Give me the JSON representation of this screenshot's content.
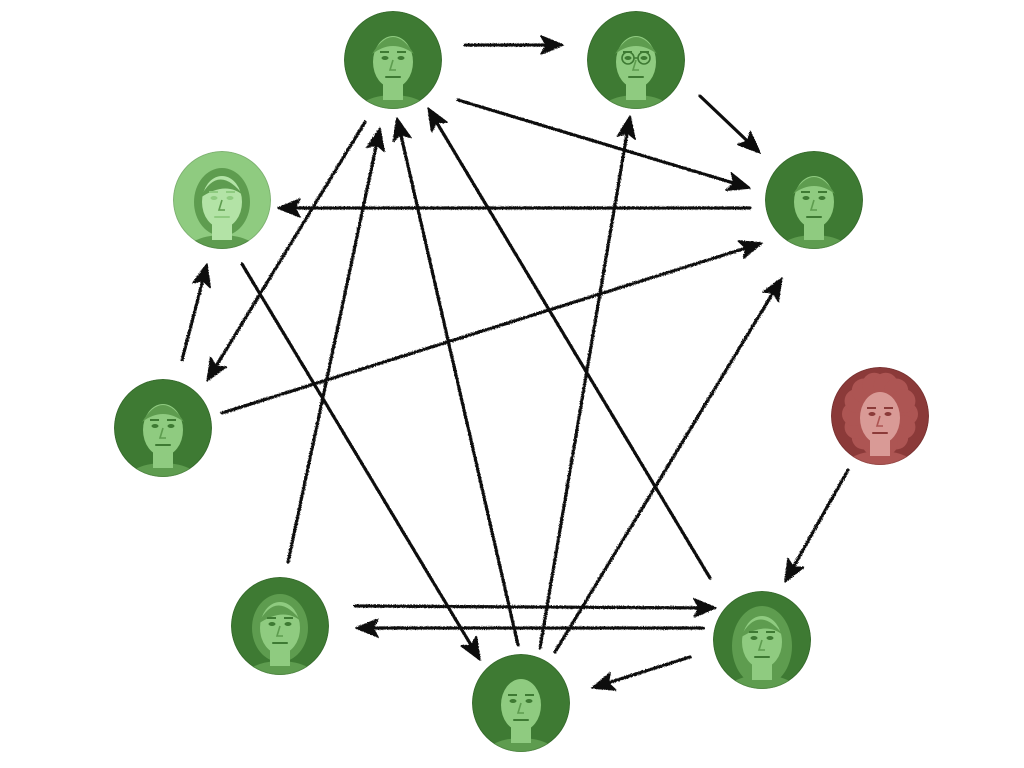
{
  "colors": {
    "background": "#ffffff",
    "arrow": "#111111",
    "green_dark": "#3e7a33",
    "green_mid": "#5e9c4f",
    "green_light": "#8fcb80",
    "green_highlight": "#b3e3a6",
    "red_dark": "#8b3a39",
    "red_mid": "#ad5553",
    "red_light": "#d99a96"
  },
  "nodes": [
    {
      "id": "p1",
      "icon": "bald-man-portrait",
      "tone": "green",
      "hair": "short"
    },
    {
      "id": "p2",
      "icon": "older-man-with-glasses-portrait",
      "tone": "green",
      "hair": "short",
      "glasses": true
    },
    {
      "id": "p3",
      "icon": "dark-haired-man-portrait",
      "tone": "green",
      "hair": "short"
    },
    {
      "id": "p4",
      "icon": "short-haired-woman-portrait",
      "tone": "green-light",
      "hair": "bob"
    },
    {
      "id": "p5",
      "icon": "blond-man-portrait",
      "tone": "green",
      "hair": "short"
    },
    {
      "id": "p6",
      "icon": "curly-haired-woman-portrait",
      "tone": "red",
      "hair": "curly"
    },
    {
      "id": "p7",
      "icon": "woman-with-bob-portrait",
      "tone": "green",
      "hair": "bob"
    },
    {
      "id": "p8",
      "icon": "bald-man-center-portrait",
      "tone": "green",
      "hair": "none"
    },
    {
      "id": "p9",
      "icon": "blonde-woman-portrait",
      "tone": "green",
      "hair": "long"
    }
  ],
  "edges": [
    {
      "from": "p1",
      "to": "p2"
    },
    {
      "from": "p2",
      "to": "p3"
    },
    {
      "from": "p1",
      "to": "p3"
    },
    {
      "from": "p3",
      "to": "p4"
    },
    {
      "from": "p5",
      "to": "p3"
    },
    {
      "from": "p5",
      "to": "p4"
    },
    {
      "from": "p1",
      "to": "p5"
    },
    {
      "from": "p4",
      "to": "p8"
    },
    {
      "from": "p7",
      "to": "p1"
    },
    {
      "from": "p8",
      "to": "p1"
    },
    {
      "from": "p9",
      "to": "p1"
    },
    {
      "from": "p8",
      "to": "p2"
    },
    {
      "from": "p8",
      "to": "p3"
    },
    {
      "from": "p7",
      "to": "p9"
    },
    {
      "from": "p9",
      "to": "p7"
    },
    {
      "from": "p9",
      "to": "p8"
    },
    {
      "from": "p6",
      "to": "p9"
    }
  ]
}
